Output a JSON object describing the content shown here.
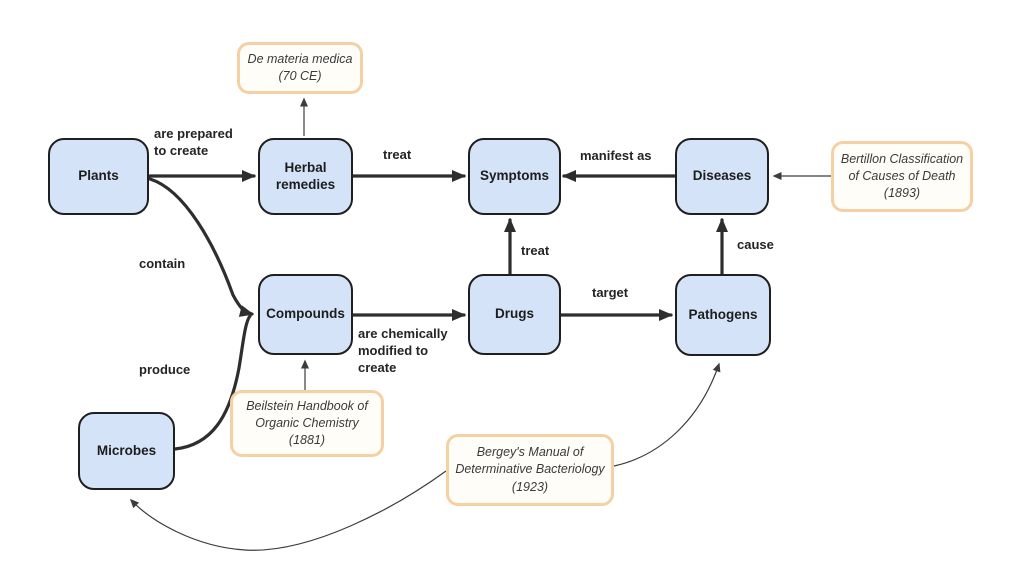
{
  "colors": {
    "node_fill": "#d4e3f8",
    "node_border": "#1f1f1f",
    "text_color": "#1d1d1d",
    "edge_color": "#2e2e2e",
    "thin_edge_color": "#3c3c3c",
    "annotation_border": "#f6d0a5",
    "annotation_fill": "#fffdf8"
  },
  "nodes": [
    {
      "label": "Plants"
    },
    {
      "label": "Herbal remedies"
    },
    {
      "label": "Symptoms"
    },
    {
      "label": "Diseases"
    },
    {
      "label": "Compounds"
    },
    {
      "label": "Drugs"
    },
    {
      "label": "Pathogens"
    },
    {
      "label": "Microbes"
    }
  ],
  "edges": [
    {
      "from": "Plants",
      "to": "Herbal remedies",
      "label": "are prepared\nto create"
    },
    {
      "from": "Herbal remedies",
      "to": "Symptoms",
      "label": "treat"
    },
    {
      "from": "Diseases",
      "to": "Symptoms",
      "label": "manifest as"
    },
    {
      "from": "Plants",
      "to": "Compounds",
      "label": "contain"
    },
    {
      "from": "Microbes",
      "to": "Compounds",
      "label": "produce"
    },
    {
      "from": "Compounds",
      "to": "Drugs",
      "label": "are chemically\nmodified to\ncreate"
    },
    {
      "from": "Drugs",
      "to": "Pathogens",
      "label": "target"
    },
    {
      "from": "Drugs",
      "to": "Symptoms",
      "label": "treat"
    },
    {
      "from": "Pathogens",
      "to": "Diseases",
      "label": "cause"
    }
  ],
  "annotations": [
    {
      "text": "De materia medica\n(70 CE)",
      "points_between": [
        "Herbal remedies"
      ]
    },
    {
      "text": "Bertillon Classification\nof Causes of Death\n(1893)",
      "points_between": [
        "Diseases"
      ]
    },
    {
      "text": "Beilstein Handbook of\nOrganic Chemistry (1881)",
      "points_between": [
        "Compounds"
      ]
    },
    {
      "text": "Bergey's Manual of\nDeterminative Bacteriology\n(1923)",
      "points_between": [
        "Microbes",
        "Pathogens"
      ]
    }
  ]
}
